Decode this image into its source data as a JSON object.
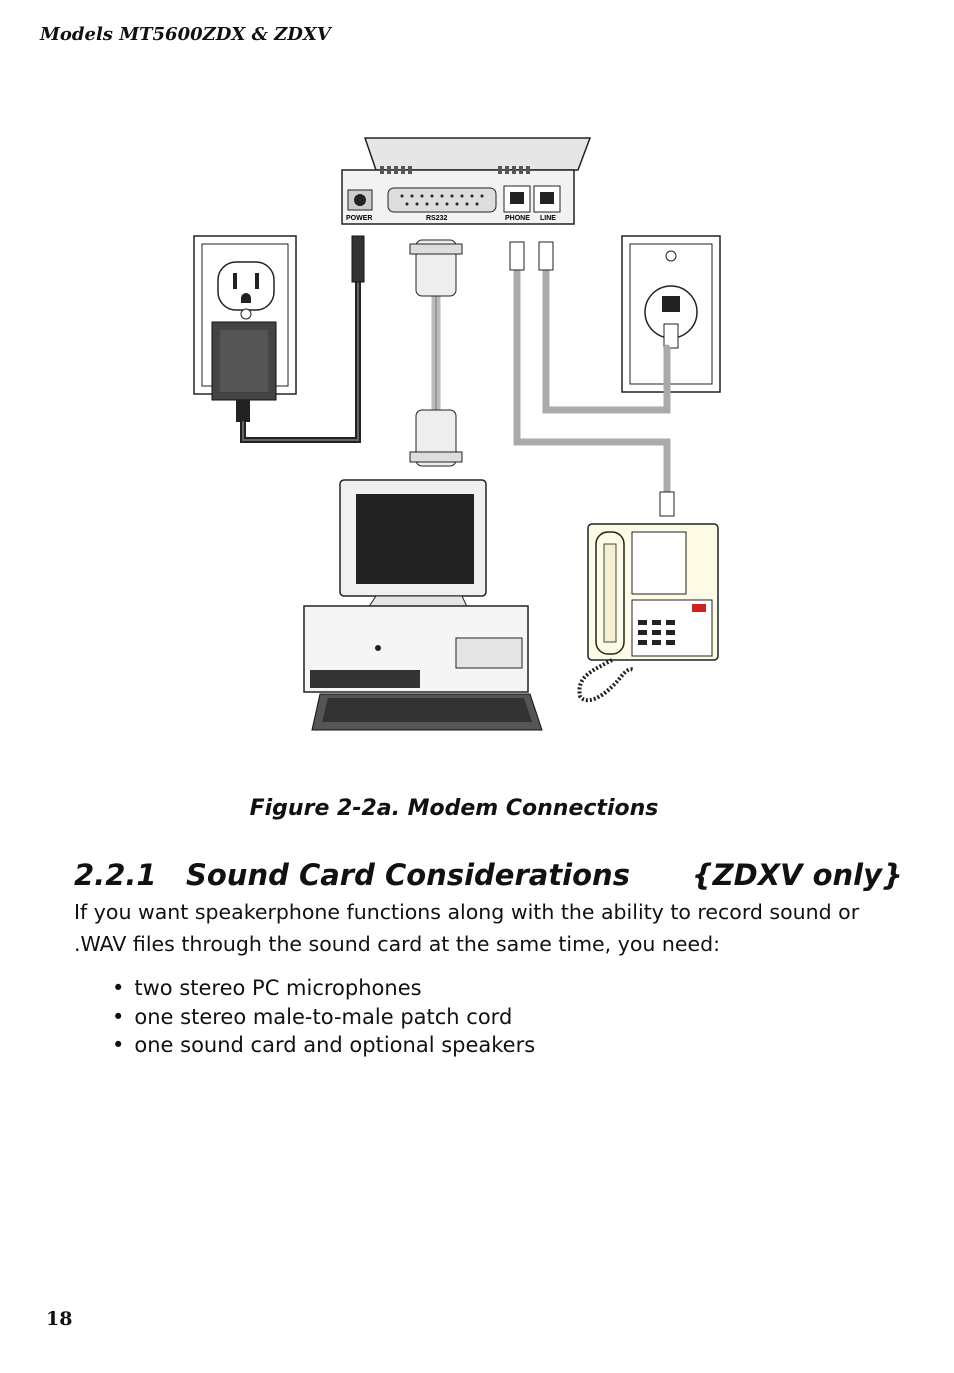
{
  "header": {
    "title": "Models  MT5600ZDX  &  ZDXV"
  },
  "figure": {
    "modem_labels": {
      "power": "POWER",
      "rs232": "RS232",
      "phone": "PHONE",
      "line": "LINE"
    },
    "caption": "Figure 2-2a. Modem Connections"
  },
  "section": {
    "number": "2.2.1",
    "title": "Sound Card Considerations",
    "tag": "{ZDXV only}",
    "body_lines": [
      "If you want speakerphone functions along with the ability to record sound or",
      ".WAV files through the sound card at the same time, you need:"
    ],
    "bullets": [
      "two stereo PC microphones",
      "one stereo male-to-male patch cord",
      "one sound card and optional speakers"
    ]
  },
  "page_number": "18"
}
